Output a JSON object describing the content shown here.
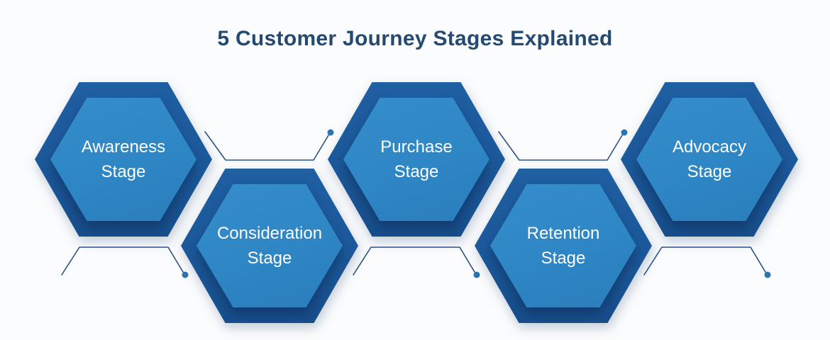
{
  "title": "5 Customer Journey Stages Explained",
  "stages": [
    {
      "order": 1,
      "line1": "Awareness",
      "line2": "Stage",
      "position": "top-row"
    },
    {
      "order": 2,
      "line1": "Consideration",
      "line2": "Stage",
      "position": "bottom-row"
    },
    {
      "order": 3,
      "line1": "Purchase",
      "line2": "Stage",
      "position": "top-row"
    },
    {
      "order": 4,
      "line1": "Retention",
      "line2": "Stage",
      "position": "bottom-row"
    },
    {
      "order": 5,
      "line1": "Advocacy",
      "line2": "Stage",
      "position": "top-row"
    }
  ],
  "colors": {
    "background": "#fbfcfd",
    "title_text": "#254a71",
    "hexagon_outer": "#1d5b9c",
    "hexagon_inner": "#2e86c4",
    "label_text": "#ffffff",
    "connector_line": "#29538b",
    "connector_dot": "#2d74ad"
  }
}
